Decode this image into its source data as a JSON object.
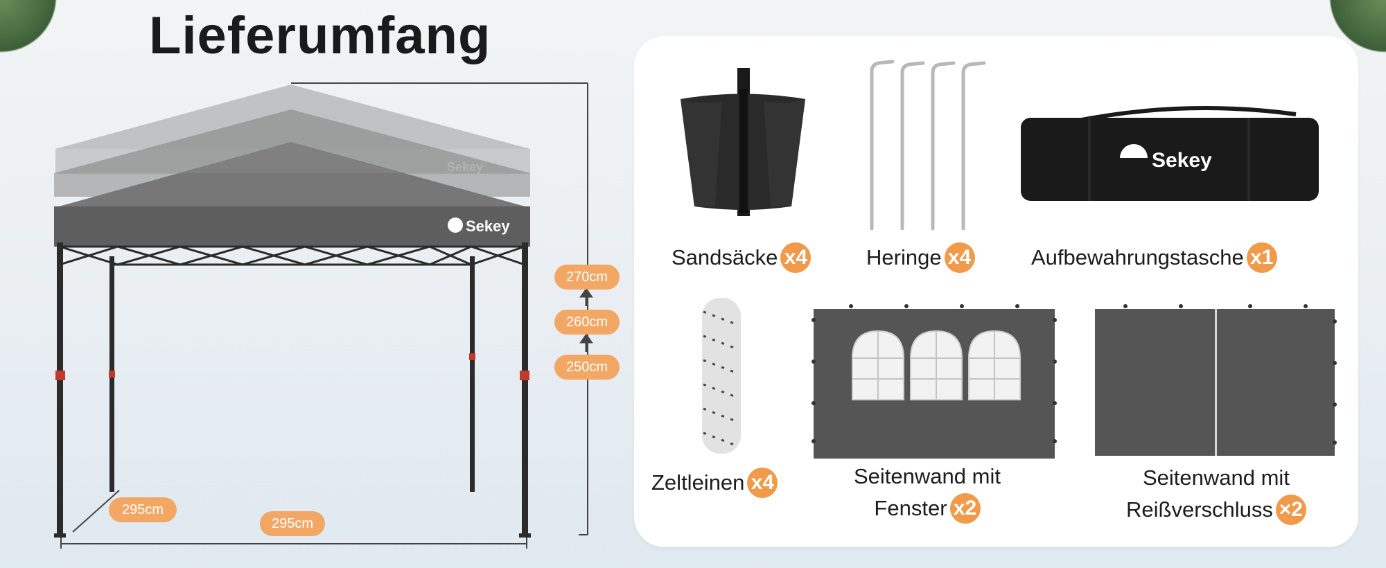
{
  "title": "Lieferumfang",
  "brand": "Sekey",
  "colors": {
    "accent": "#f09a4a",
    "frame": "#2b2b2b",
    "canopy": "#6c6c6c"
  },
  "dimensions": {
    "heights": [
      "270cm",
      "260cm",
      "250cm"
    ],
    "depth": "295cm",
    "width": "295cm"
  },
  "items": [
    {
      "name": "Sandsäcke",
      "count": "x4"
    },
    {
      "name": "Heringe",
      "count": "x4"
    },
    {
      "name": "Aufbewahrungstasche",
      "count": "x1"
    },
    {
      "name": "Zeltleinen",
      "count": "x4"
    },
    {
      "name_line1": "Seitenwand mit",
      "name_line2": "Fenster",
      "count": "x2"
    },
    {
      "name_line1": "Seitenwand mit",
      "name_line2": "Reißverschluss",
      "count": "×2"
    }
  ]
}
